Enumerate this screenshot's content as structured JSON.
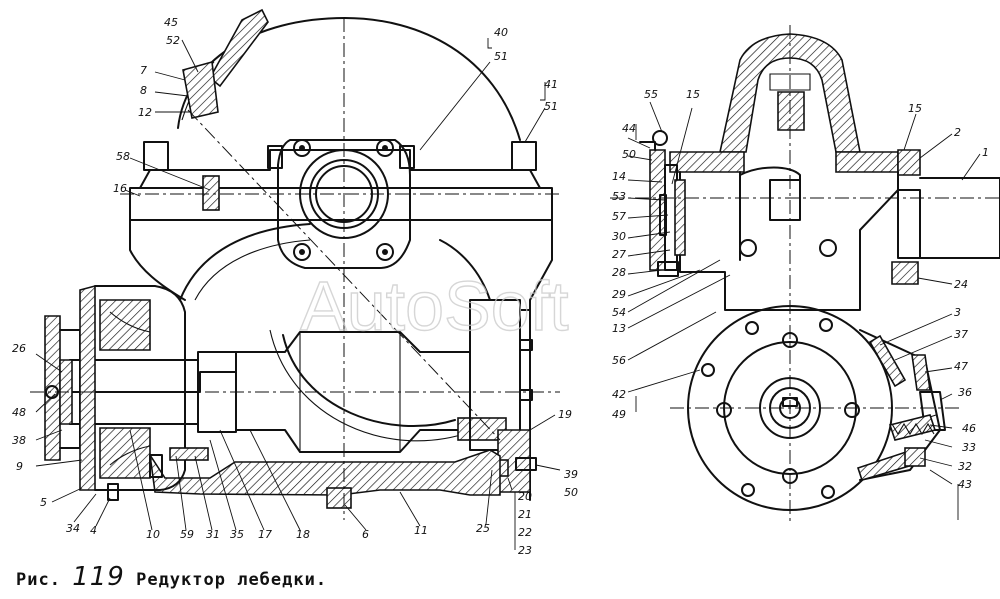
{
  "caption": {
    "prefix": "Рис.",
    "number": "119",
    "title": "Редуктор лебедки."
  },
  "watermark": "AutoSoft",
  "callouts": {
    "left": [
      "45",
      "52",
      "7",
      "8",
      "12",
      "58",
      "16",
      "40",
      "51",
      "41",
      "51",
      "26",
      "48",
      "38",
      "9",
      "5",
      "34",
      "4",
      "10",
      "59",
      "31",
      "35",
      "17",
      "18",
      "6",
      "11",
      "25",
      "20",
      "21",
      "22",
      "23",
      "19",
      "39",
      "50"
    ],
    "right": [
      "55",
      "44",
      "50",
      "15",
      "14",
      "53",
      "57",
      "30",
      "27",
      "28",
      "29",
      "54",
      "13",
      "56",
      "42",
      "49",
      "2",
      "1",
      "24",
      "3",
      "37",
      "47",
      "36",
      "46",
      "33",
      "32",
      "43"
    ]
  }
}
